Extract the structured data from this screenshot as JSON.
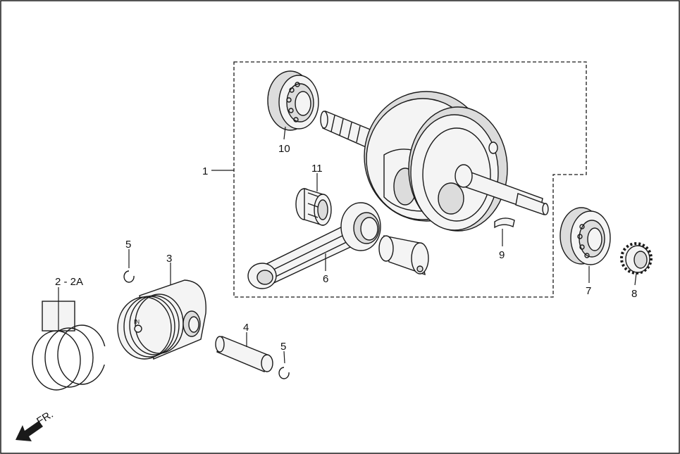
{
  "labels": {
    "crankshaft_assembly": "1",
    "piston_ring_set": "2 - 2A",
    "piston": "3",
    "piston_pin": "4",
    "clip_upper": "5",
    "clip_lower": "5",
    "connecting_rod": "6",
    "bearing_right": "7",
    "timing_gear": "8",
    "woodruff_key": "9",
    "bearing_left": "10",
    "needle_bearing": "11"
  },
  "piston_mark": "IN",
  "front_indicator": "FR."
}
